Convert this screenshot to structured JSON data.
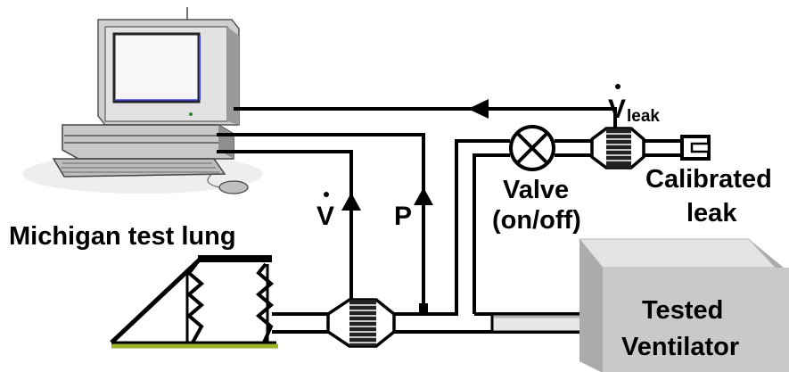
{
  "labels": {
    "lung": "Michigan test lung",
    "flow_symbol": "V",
    "pressure_symbol": "P",
    "valve_line1": "Valve",
    "valve_line2": "(on/off)",
    "leak_line1": "Calibrated",
    "leak_line2": "leak",
    "leak_flow_symbol": "V",
    "leak_flow_subscript": "leak",
    "ventilator_line1": "Tested",
    "ventilator_line2": "Ventilator"
  },
  "colors": {
    "line": "#000000",
    "box_front": "#c9c9c9",
    "box_top": "#e4e4e4",
    "box_side": "#ababab",
    "lung_base": "#9bb52a",
    "screen": "#f7f7f7"
  },
  "icons": {
    "computer": "desktop-computer-icon",
    "valve": "valve-symbol-icon",
    "flow_sensor": "pneumotachograph-icon"
  }
}
